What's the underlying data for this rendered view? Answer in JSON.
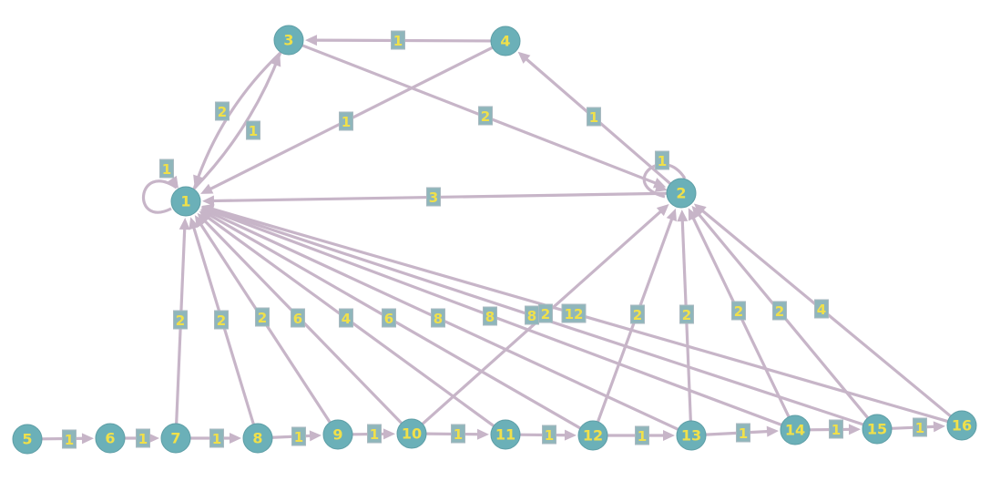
{
  "colors": {
    "node_fill": "#6bb0b8",
    "node_text": "#f0e04a",
    "edge": "#c7b5c8",
    "label_box": "#8fb6bb"
  },
  "nodes": [
    {
      "id": "1",
      "label": "1"
    },
    {
      "id": "2",
      "label": "2"
    },
    {
      "id": "3",
      "label": "3"
    },
    {
      "id": "4",
      "label": "4"
    },
    {
      "id": "5",
      "label": "5"
    },
    {
      "id": "6",
      "label": "6"
    },
    {
      "id": "7",
      "label": "7"
    },
    {
      "id": "8",
      "label": "8"
    },
    {
      "id": "9",
      "label": "9"
    },
    {
      "id": "10",
      "label": "10"
    },
    {
      "id": "11",
      "label": "11"
    },
    {
      "id": "12",
      "label": "12"
    },
    {
      "id": "13",
      "label": "13"
    },
    {
      "id": "14",
      "label": "14"
    },
    {
      "id": "15",
      "label": "15"
    },
    {
      "id": "16",
      "label": "16"
    }
  ],
  "edges": [
    {
      "from": "1",
      "to": "1",
      "weight": "1"
    },
    {
      "from": "1",
      "to": "3",
      "weight": "1"
    },
    {
      "from": "3",
      "to": "1",
      "weight": "2"
    },
    {
      "from": "4",
      "to": "3",
      "weight": "1"
    },
    {
      "from": "4",
      "to": "1",
      "weight": "1"
    },
    {
      "from": "3",
      "to": "2",
      "weight": "2"
    },
    {
      "from": "2",
      "to": "4",
      "weight": "1"
    },
    {
      "from": "2",
      "to": "2",
      "weight": "1"
    },
    {
      "from": "2",
      "to": "1",
      "weight": "3"
    },
    {
      "from": "5",
      "to": "6",
      "weight": "1"
    },
    {
      "from": "6",
      "to": "7",
      "weight": "1"
    },
    {
      "from": "7",
      "to": "8",
      "weight": "1"
    },
    {
      "from": "8",
      "to": "9",
      "weight": "1"
    },
    {
      "from": "9",
      "to": "10",
      "weight": "1"
    },
    {
      "from": "10",
      "to": "11",
      "weight": "1"
    },
    {
      "from": "11",
      "to": "12",
      "weight": "1"
    },
    {
      "from": "12",
      "to": "13",
      "weight": "1"
    },
    {
      "from": "13",
      "to": "14",
      "weight": "1"
    },
    {
      "from": "14",
      "to": "15",
      "weight": "1"
    },
    {
      "from": "15",
      "to": "16",
      "weight": "1"
    },
    {
      "from": "7",
      "to": "1",
      "weight": "2"
    },
    {
      "from": "8",
      "to": "1",
      "weight": "2"
    },
    {
      "from": "9",
      "to": "1",
      "weight": "2"
    },
    {
      "from": "10",
      "to": "1",
      "weight": "6"
    },
    {
      "from": "11",
      "to": "1",
      "weight": "4"
    },
    {
      "from": "12",
      "to": "1",
      "weight": "6"
    },
    {
      "from": "13",
      "to": "1",
      "weight": "8"
    },
    {
      "from": "14",
      "to": "1",
      "weight": "8"
    },
    {
      "from": "15",
      "to": "1",
      "weight": "8"
    },
    {
      "from": "16",
      "to": "1",
      "weight": "12"
    },
    {
      "from": "10",
      "to": "2",
      "weight": "2"
    },
    {
      "from": "12",
      "to": "2",
      "weight": "2"
    },
    {
      "from": "13",
      "to": "2",
      "weight": "2"
    },
    {
      "from": "14",
      "to": "2",
      "weight": "2"
    },
    {
      "from": "15",
      "to": "2",
      "weight": "2"
    },
    {
      "from": "16",
      "to": "2",
      "weight": "4"
    }
  ]
}
